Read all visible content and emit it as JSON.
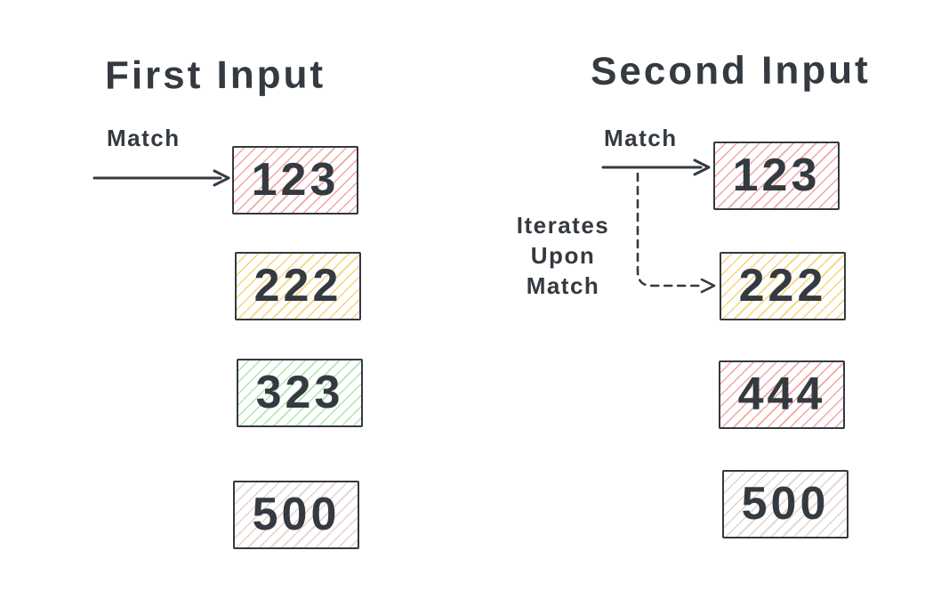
{
  "background": "#ffffff",
  "ink_color": "#343a40",
  "hatch_colors": {
    "red": "#f2a6a6",
    "yellow": "#f8d478",
    "green": "#abe7b2",
    "faint": "#e3d2cc"
  },
  "columns": [
    {
      "title": "First Input",
      "match_label": "Match",
      "boxes": [
        {
          "value": "123",
          "fill": "red"
        },
        {
          "value": "222",
          "fill": "yellow"
        },
        {
          "value": "323",
          "fill": "green"
        },
        {
          "value": "500",
          "fill": "faint"
        }
      ]
    },
    {
      "title": "Second Input",
      "match_label": "Match",
      "iterate_label": [
        "Iterates",
        "Upon",
        "Match"
      ],
      "boxes": [
        {
          "value": "123",
          "fill": "red"
        },
        {
          "value": "222",
          "fill": "yellow"
        },
        {
          "value": "444",
          "fill": "red"
        },
        {
          "value": "500",
          "fill": "faint"
        }
      ]
    }
  ],
  "arrows": [
    {
      "name": "match-arrow-first",
      "style": "solid",
      "label": "Match"
    },
    {
      "name": "match-arrow-second",
      "style": "solid",
      "label": "Match"
    },
    {
      "name": "iterates-arrow",
      "style": "dashed",
      "label": "Iterates Upon Match"
    }
  ]
}
